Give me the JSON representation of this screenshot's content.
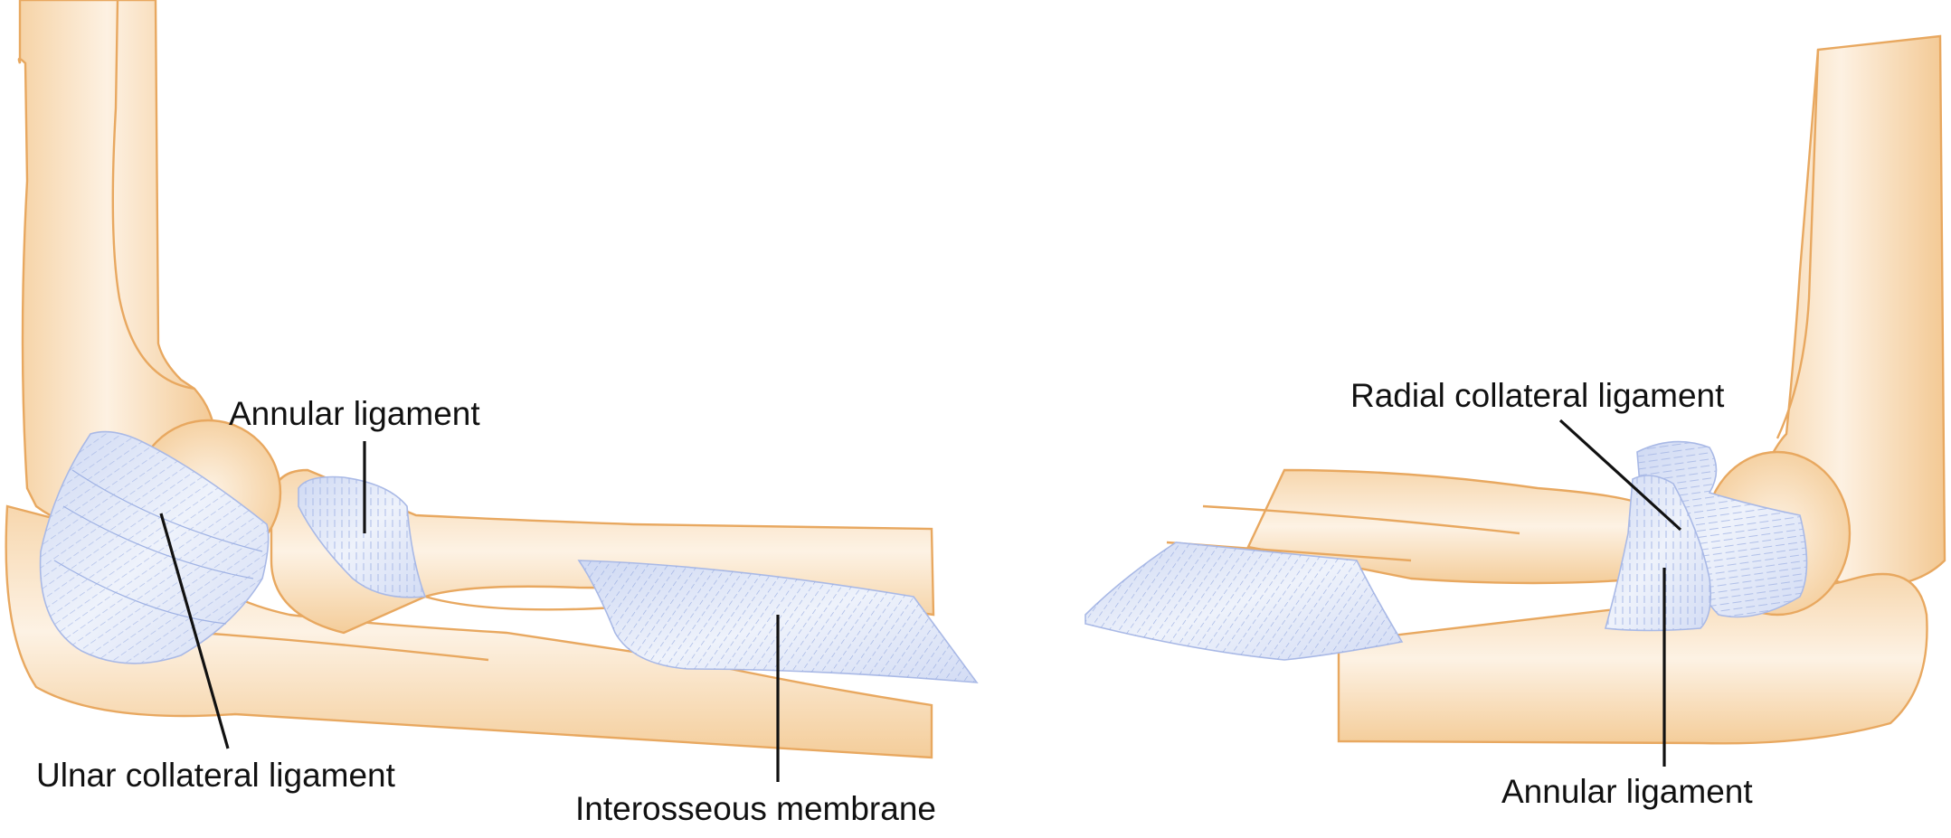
{
  "labels": {
    "left_annular": "Annular ligament",
    "ulnar_collateral": "Ulnar collateral ligament",
    "interosseous": "Interosseous membrane",
    "radial_collateral": "Radial collateral ligament",
    "right_annular": "Annular ligament"
  },
  "colors": {
    "bone_light": "#fdf1e2",
    "bone_mid": "#f9dcb6",
    "bone_shadow": "#f0c48c",
    "bone_outline": "#e8a860",
    "ligament_fill": "#dfe6f7",
    "ligament_fiber": "#9fb2e4",
    "label_text": "#111111"
  }
}
